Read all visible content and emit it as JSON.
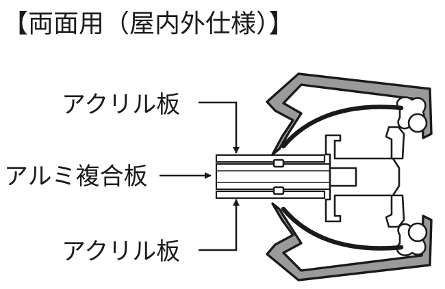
{
  "title": "【両面用（屋内外仕様）】",
  "labels": {
    "acrylic_top": "アクリル板",
    "aluminum_composite": "アルミ複合板",
    "acrylic_bottom": "アクリル板"
  },
  "colors": {
    "frame_fill": "#9a9a9a",
    "ink": "#1a1a1a",
    "background": "#ffffff"
  }
}
